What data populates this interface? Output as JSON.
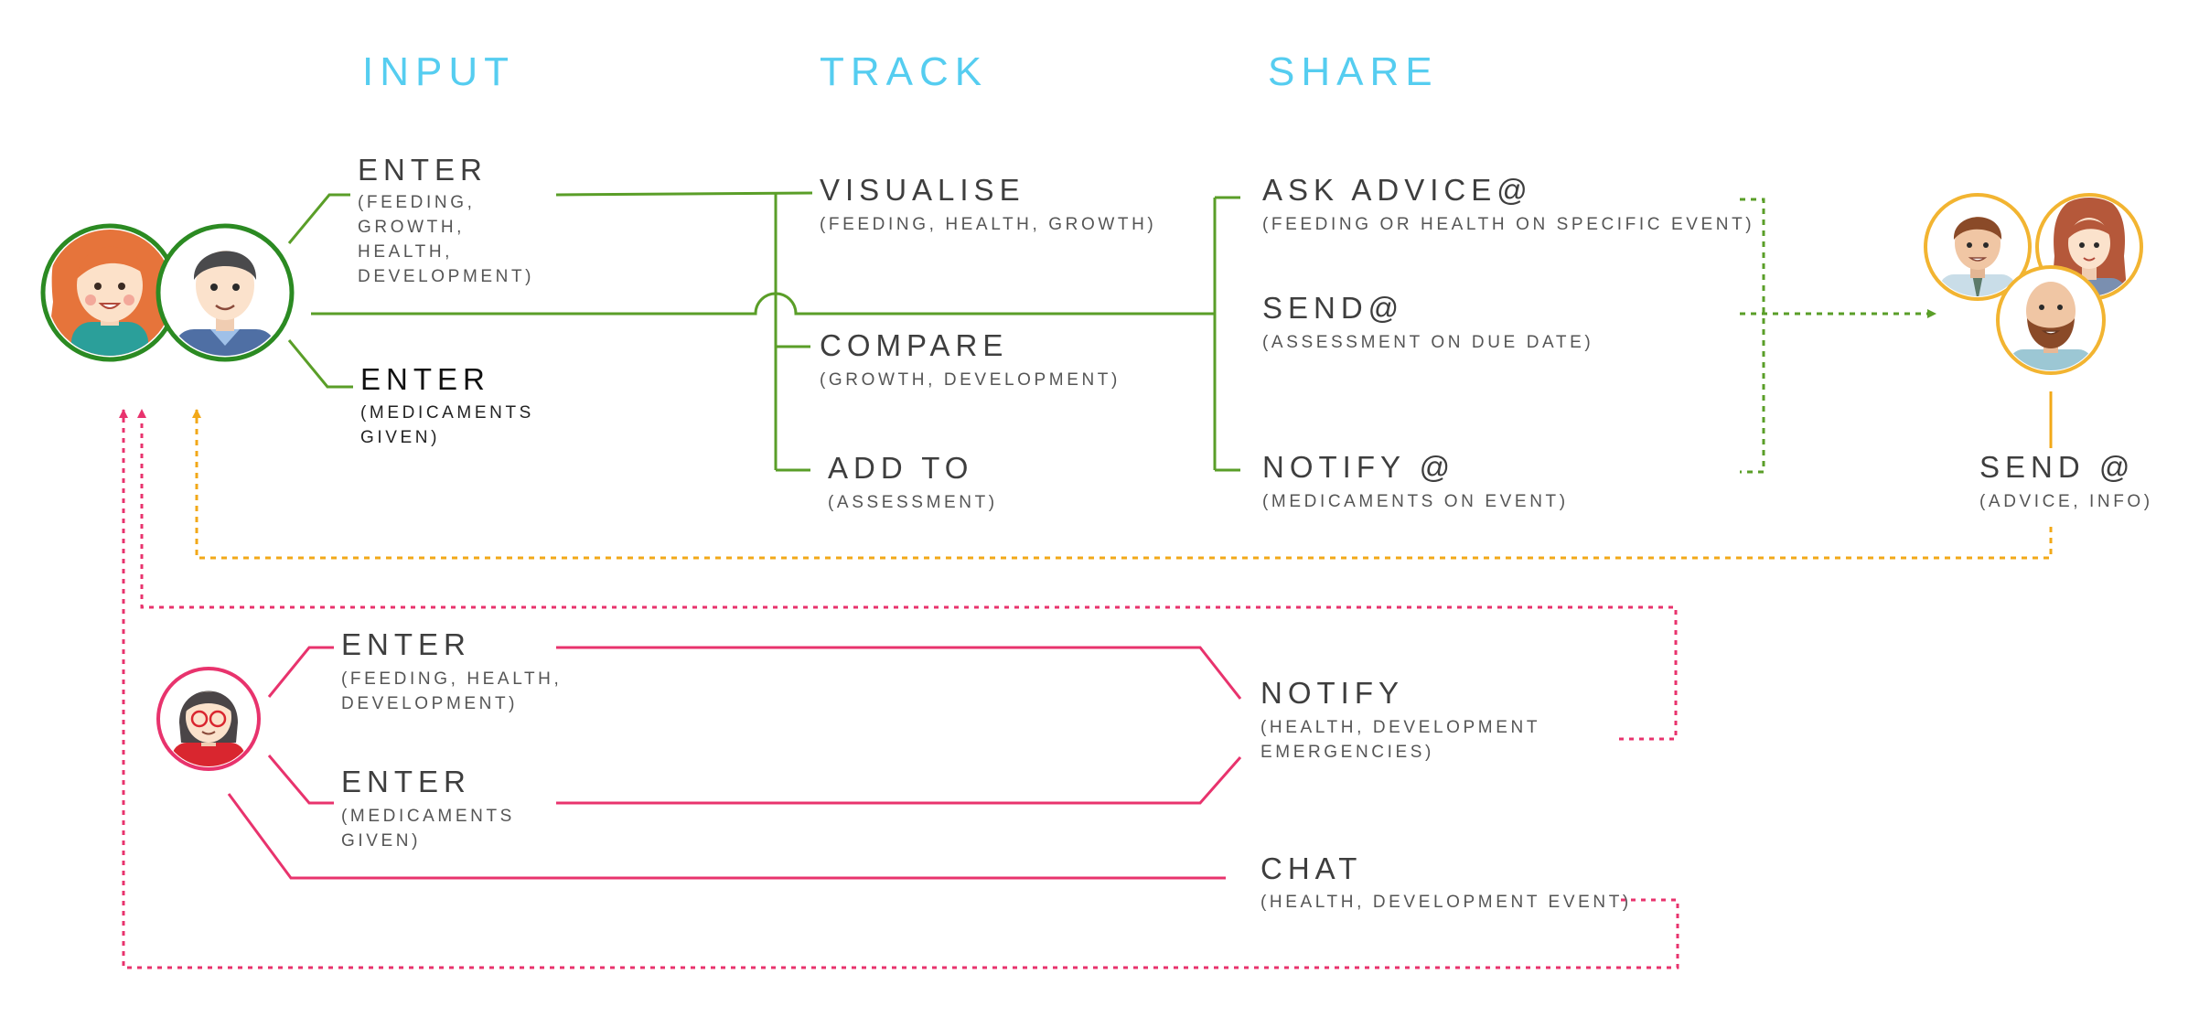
{
  "colors": {
    "track": "#5a9e28",
    "patient": "#e8336d",
    "expert": "#f2a818",
    "heading": "#55cdf0",
    "text": "#3e3e3e"
  },
  "headers": {
    "input": "INPUT",
    "track": "TRACK",
    "share": "SHARE"
  },
  "parents_input": {
    "enter_1": {
      "title": "ENTER",
      "detail": "(FEEDING,\nGROWTH,\nHEALTH,\nDEVELOPMENT)"
    },
    "enter_2": {
      "title": "ENTER",
      "detail": "(MEDICAMENTS\nGIVEN)"
    }
  },
  "track": {
    "visualise": {
      "title": "VISUALISE",
      "detail": "(FEEDING, HEALTH, GROWTH)"
    },
    "compare": {
      "title": "COMPARE",
      "detail": "(GROWTH, DEVELOPMENT)"
    },
    "add_to": {
      "title": "ADD TO",
      "detail": "(ASSESSMENT)"
    }
  },
  "share": {
    "ask_advice": {
      "title": "ASK ADVICE@",
      "detail": "(FEEDING OR HEALTH ON SPECIFIC EVENT)"
    },
    "send": {
      "title": "SEND@",
      "detail": "(ASSESSMENT ON DUE DATE)"
    },
    "notify": {
      "title": "NOTIFY @",
      "detail": "(MEDICAMENTS ON EVENT)"
    }
  },
  "experts": {
    "send": {
      "title": "SEND @",
      "detail": "(ADVICE, INFO)"
    }
  },
  "caregiver_input": {
    "enter_1": {
      "title": "ENTER",
      "detail": "(FEEDING, HEALTH,\nDEVELOPMENT)"
    },
    "enter_2": {
      "title": "ENTER",
      "detail": "(MEDICAMENTS\nGIVEN)"
    }
  },
  "caregiver_share": {
    "notify": {
      "title": "NOTIFY",
      "detail": "(HEALTH, DEVELOPMENT\nEMERGENCIES)"
    },
    "chat": {
      "title": "CHAT",
      "detail": "(HEALTH, DEVELOPMENT EVENT)"
    }
  },
  "avatars": {
    "mother": "avatar-mother",
    "father": "avatar-father",
    "caregiver": "avatar-caregiver",
    "expert_1": "avatar-expert-man",
    "expert_2": "avatar-expert-woman",
    "expert_3": "avatar-expert-bearded"
  }
}
